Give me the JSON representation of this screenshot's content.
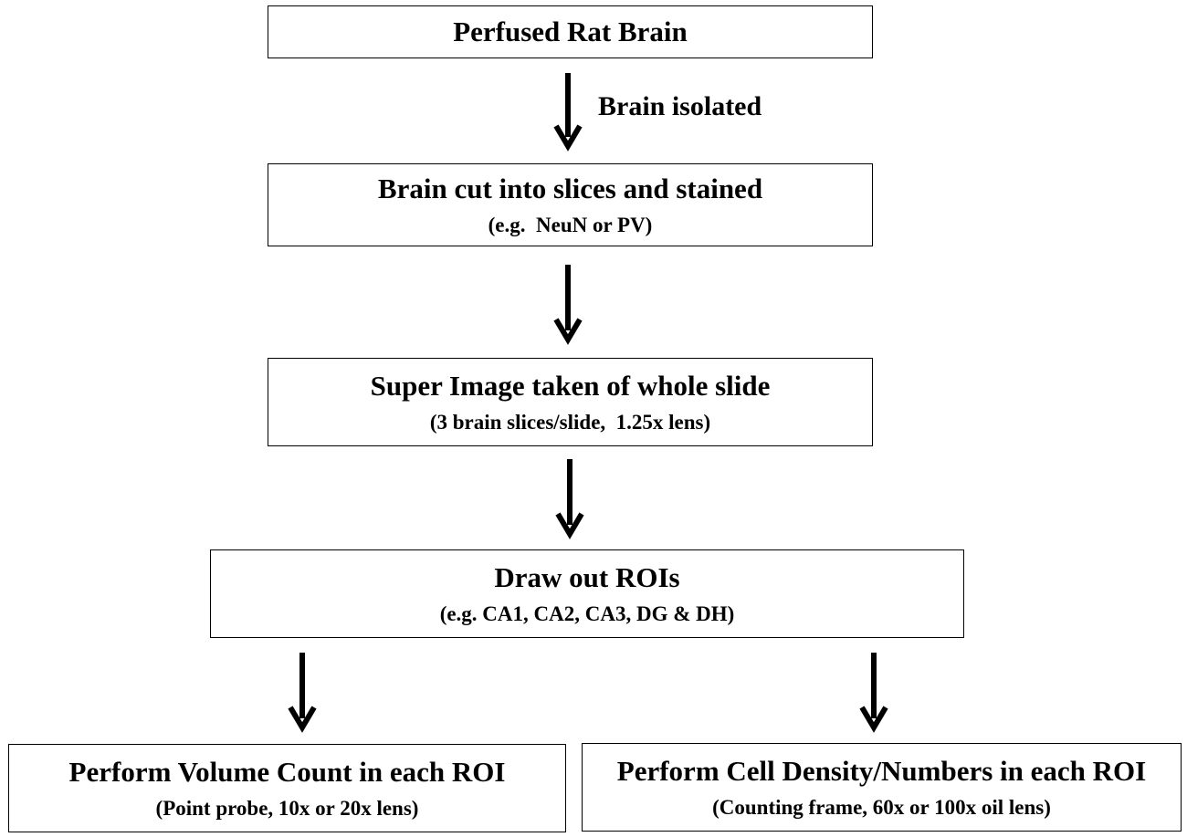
{
  "nodes": {
    "perfused": {
      "title": "Perfused Rat Brain"
    },
    "slices": {
      "title": "Brain cut into slices and stained",
      "sub": "(e.g.  NeuN or PV)"
    },
    "superimage": {
      "title": "Super Image taken of whole slide",
      "sub": "(3 brain slices/slide,  1.25x lens)"
    },
    "rois": {
      "title": "Draw out ROIs",
      "sub": "(e.g. CA1, CA2, CA3, DG & DH)"
    },
    "volume": {
      "title": "Perform Volume Count in each ROI",
      "sub": "(Point probe, 10x or 20x lens)"
    },
    "density": {
      "title": "Perform Cell Density/Numbers in each ROI",
      "sub": "(Counting frame, 60x or 100x oil lens)"
    }
  },
  "edges": [
    {
      "from": "perfused",
      "to": "slices",
      "label": "Brain isolated"
    },
    {
      "from": "slices",
      "to": "superimage",
      "label": ""
    },
    {
      "from": "superimage",
      "to": "rois",
      "label": ""
    },
    {
      "from": "rois",
      "to": "volume",
      "label": ""
    },
    {
      "from": "rois",
      "to": "density",
      "label": ""
    }
  ],
  "colors": {
    "stroke": "#000000",
    "background": "#ffffff"
  }
}
